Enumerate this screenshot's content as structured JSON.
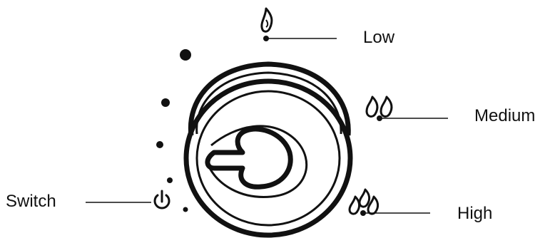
{
  "labels": {
    "low": "Low",
    "medium": "Medium",
    "high": "High",
    "switch": "Switch"
  },
  "icons": {
    "low": "single-flame-icon",
    "medium": "double-flame-icon",
    "high": "triple-flame-icon",
    "switch": "power-icon"
  },
  "colors": {
    "ink": "#111111",
    "background": "#ffffff"
  }
}
